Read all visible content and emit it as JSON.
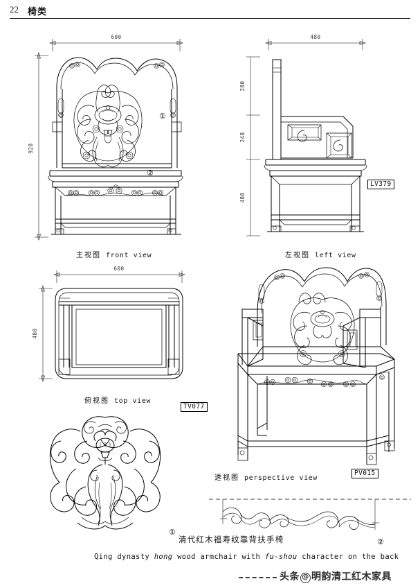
{
  "header": {
    "page_number": "22",
    "category": "椅类"
  },
  "views": {
    "front": {
      "caption_cn": "主视图",
      "caption_en": "front view",
      "dim_width": "600",
      "dim_height": "920",
      "callout_back_panel": "①",
      "callout_apron": "②"
    },
    "left": {
      "caption_cn": "左视图",
      "caption_en": "left view",
      "dim_width": "480",
      "dim_top": "200",
      "dim_middle": "240",
      "dim_bottom": "480",
      "code": "LV379"
    },
    "top": {
      "caption_cn": "俯视图",
      "caption_en": "top view",
      "dim_width": "600",
      "dim_depth": "480",
      "code": "TV077"
    },
    "perspective": {
      "caption_cn": "透视图",
      "caption_en": "perspective view",
      "code": "PV015"
    }
  },
  "details": {
    "detail_one_label": "①",
    "detail_two_label": "②"
  },
  "title": {
    "cn": "清代红木福寿纹靠背扶手椅",
    "en_part1": "Qing dynasty ",
    "en_italic1": "hong",
    "en_part2": " wood armchair with ",
    "en_italic2": "fu-shou",
    "en_part3": " character on the back"
  },
  "footer": {
    "watermark_prefix": "头条",
    "watermark_at": "@",
    "watermark_name": "明韵清工红木家具"
  },
  "colors": {
    "ink": "#111111",
    "paper": "#ffffff",
    "watermark": "#2b2b2b"
  }
}
